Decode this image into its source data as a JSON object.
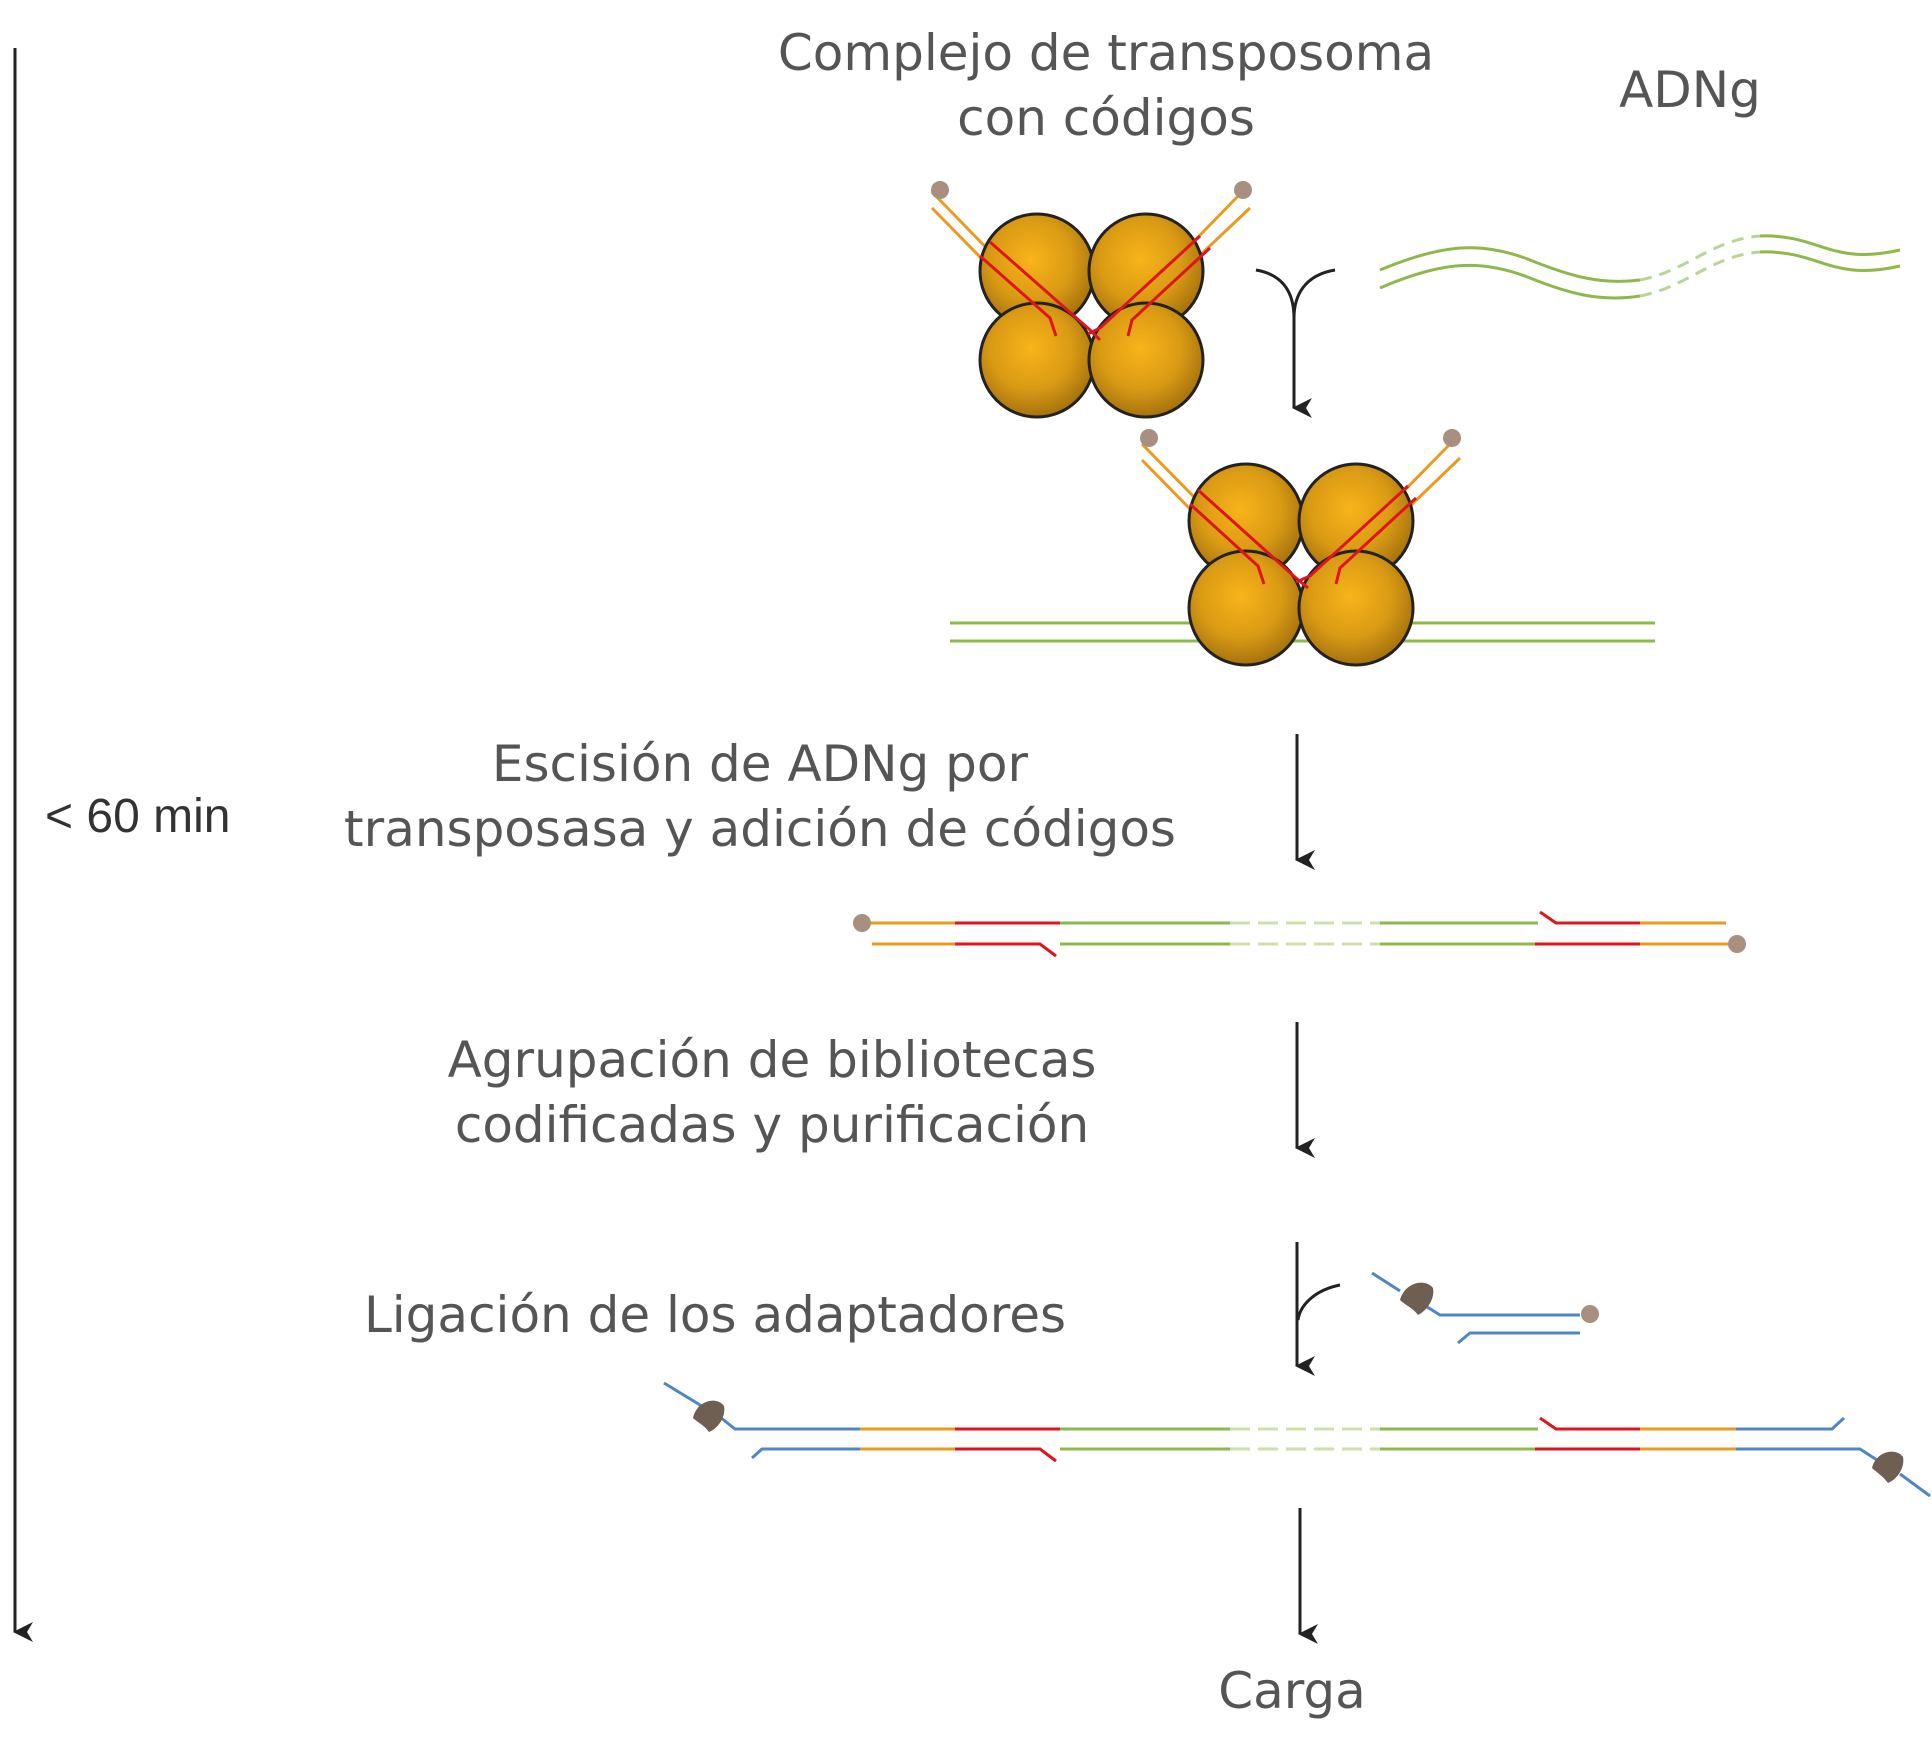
{
  "labels": {
    "complex_line1": "Complejo de transposoma",
    "complex_line2": "con códigos",
    "gdna": "ADNg",
    "time": "< 60 min",
    "step1_line1": "Escisión de ADNg por",
    "step1_line2": "transposasa y adición de códigos",
    "step2_line1": "Agrupación de bibliotecas",
    "step2_line2": "codificadas y purificación",
    "step3": "Ligación de los adaptadores",
    "final": "Carga"
  },
  "colors": {
    "transposase": "#d79a12",
    "transposase_dark": "#222222",
    "orange_strand": "#ec9a1e",
    "red_strand": "#e0141e",
    "green_strand": "#8fb84a",
    "blue_strand": "#4f86c6",
    "end_dot": "#a88f80",
    "adapter_cap": "#6e5f52",
    "arrow": "#222222"
  }
}
